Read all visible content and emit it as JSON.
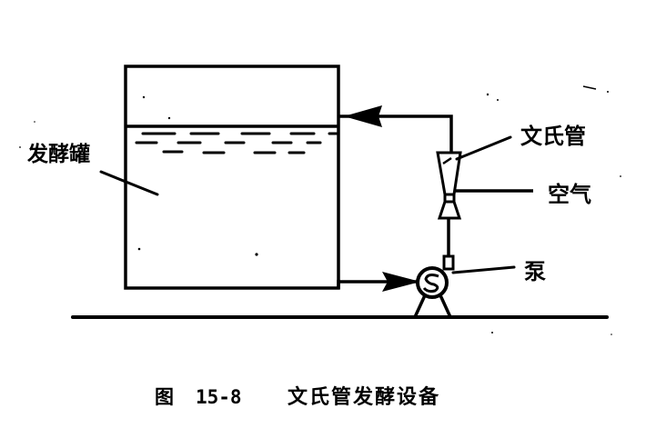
{
  "diagram": {
    "labels": {
      "fermenter": "发酵罐",
      "venturi": "文氏管",
      "air": "空气",
      "pump": "泵"
    },
    "caption": {
      "prefix": "图",
      "number": "15-8",
      "title": "文氏管发酵设备"
    },
    "colors": {
      "ink": "#000000",
      "paper": "#ffffff"
    },
    "components": [
      {
        "id": "fermenter",
        "type": "tank",
        "label": "发酵罐"
      },
      {
        "id": "pump",
        "type": "pump",
        "label": "泵"
      },
      {
        "id": "venturi",
        "type": "venturi-tube",
        "label": "文氏管"
      },
      {
        "id": "air",
        "type": "air-inlet",
        "label": "空气"
      }
    ],
    "flows": [
      {
        "from": "fermenter",
        "to": "pump",
        "direction": "right"
      },
      {
        "from": "pump",
        "to": "venturi",
        "direction": "up"
      },
      {
        "from": "air",
        "to": "venturi",
        "direction": "left"
      },
      {
        "from": "venturi",
        "to": "fermenter",
        "direction": "left"
      }
    ]
  }
}
